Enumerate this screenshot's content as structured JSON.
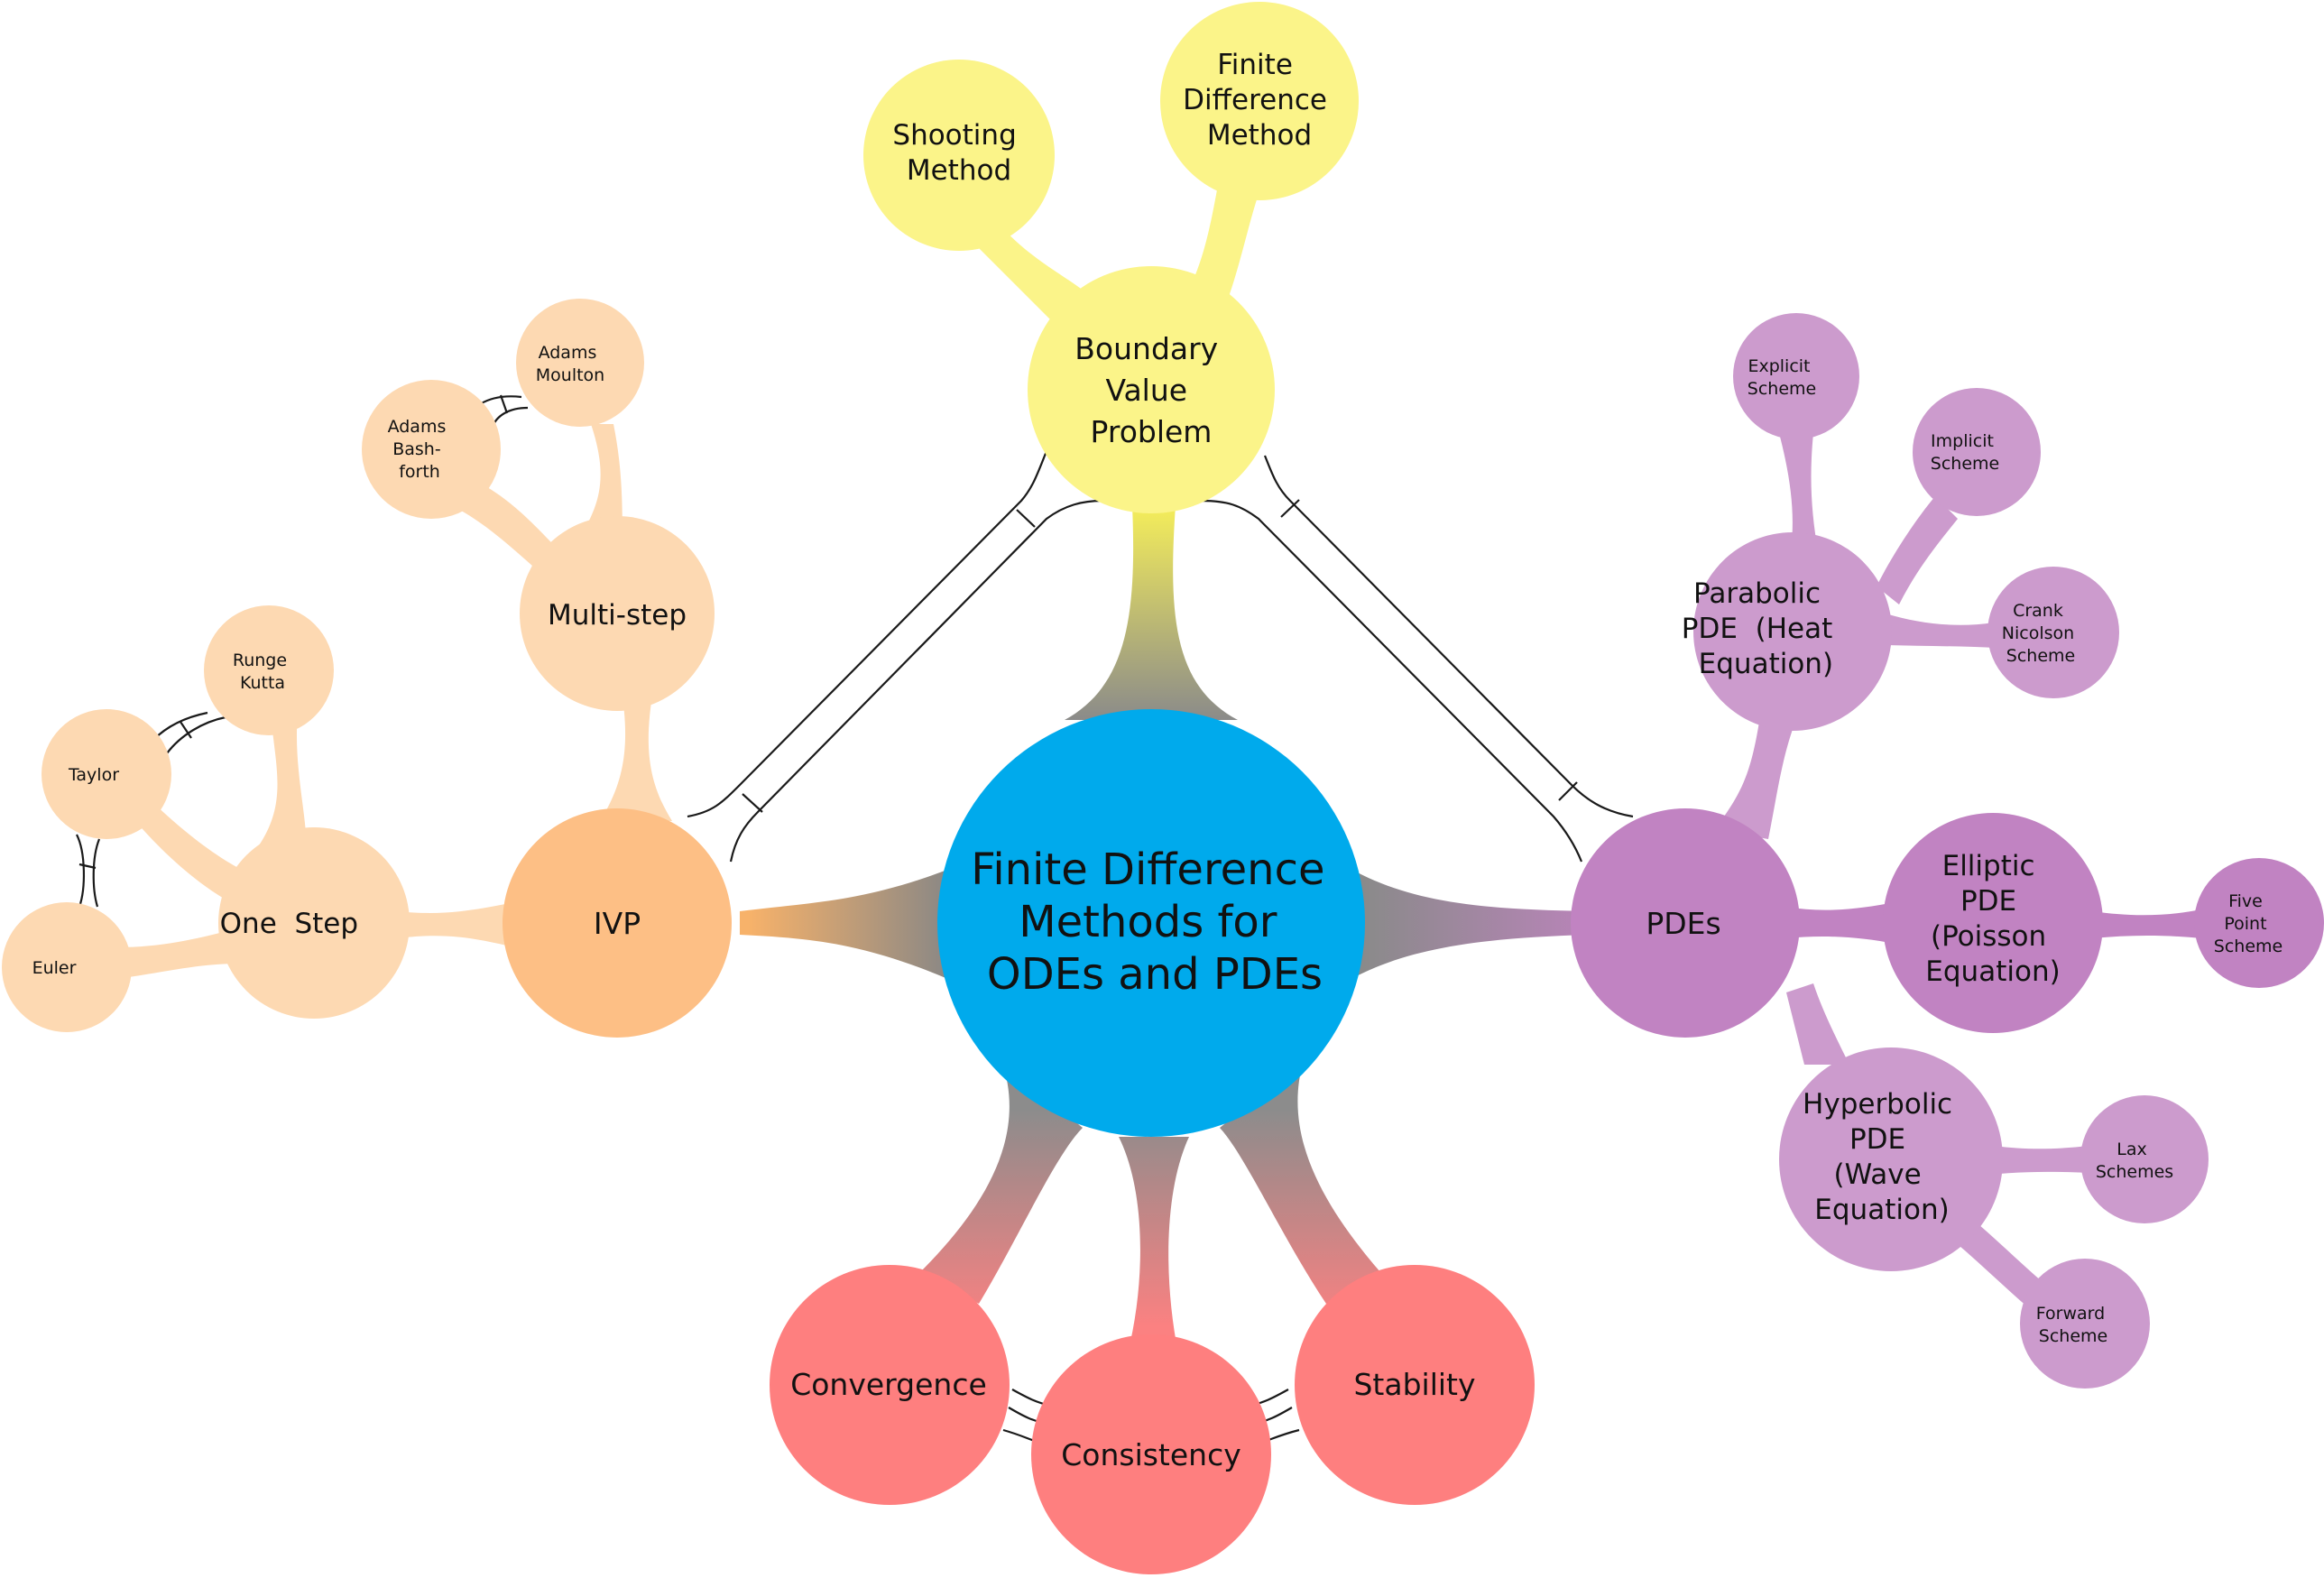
{
  "root": {
    "lines": [
      "Finite Difference",
      "Methods for",
      "ODEs and PDEs"
    ],
    "color": "#00aaec"
  },
  "bvp": {
    "title": {
      "lines": [
        "Boundary",
        "Value",
        "Problem"
      ]
    },
    "color": "#fbf489",
    "shooting": {
      "lines": [
        "Shooting",
        "Method"
      ]
    },
    "fdm": {
      "lines": [
        "Finite",
        "Difference",
        "Method"
      ]
    }
  },
  "ivp": {
    "title": {
      "lines": [
        "IVP"
      ]
    },
    "color": "#fdbf85",
    "light_color": "#fdd9b2",
    "multistep": {
      "lines": [
        "Multi-step"
      ]
    },
    "adams_moulton": {
      "lines": [
        "Adams",
        "Moulton"
      ]
    },
    "adams_bashforth": {
      "lines": [
        "Adams",
        "Bash-",
        "forth"
      ]
    },
    "onestep": {
      "lines": [
        "One  Step"
      ]
    },
    "runge_kutta": {
      "lines": [
        "Runge",
        "Kutta"
      ]
    },
    "taylor": {
      "lines": [
        "Taylor"
      ]
    },
    "euler": {
      "lines": [
        "Euler"
      ]
    }
  },
  "pdes": {
    "title": {
      "lines": [
        "PDEs"
      ]
    },
    "color": "#c183c2",
    "light_color": "#cc9bcd",
    "parabolic": {
      "lines": [
        "Parabolic",
        "PDE  (Heat",
        "Equation)"
      ]
    },
    "explicit": {
      "lines": [
        "Explicit",
        "Scheme"
      ]
    },
    "implicit": {
      "lines": [
        "Implicit",
        "Scheme"
      ]
    },
    "crank": {
      "lines": [
        "Crank",
        "Nicolson",
        "Scheme"
      ]
    },
    "elliptic": {
      "lines": [
        "Elliptic",
        "PDE",
        "(Poisson",
        "Equation)"
      ]
    },
    "fivepoint": {
      "lines": [
        "Five",
        "Point",
        "Scheme"
      ]
    },
    "hyperbolic": {
      "lines": [
        "Hyperbolic",
        "PDE",
        "(Wave",
        "Equation)"
      ]
    },
    "lax": {
      "lines": [
        "Lax",
        "Schemes"
      ]
    },
    "forward": {
      "lines": [
        "Forward",
        "Scheme"
      ]
    }
  },
  "analysis": {
    "color": "#fe7f7f",
    "convergence": {
      "lines": [
        "Convergence"
      ]
    },
    "consistency": {
      "lines": [
        "Consistency"
      ]
    },
    "stability": {
      "lines": [
        "Stability"
      ]
    }
  }
}
